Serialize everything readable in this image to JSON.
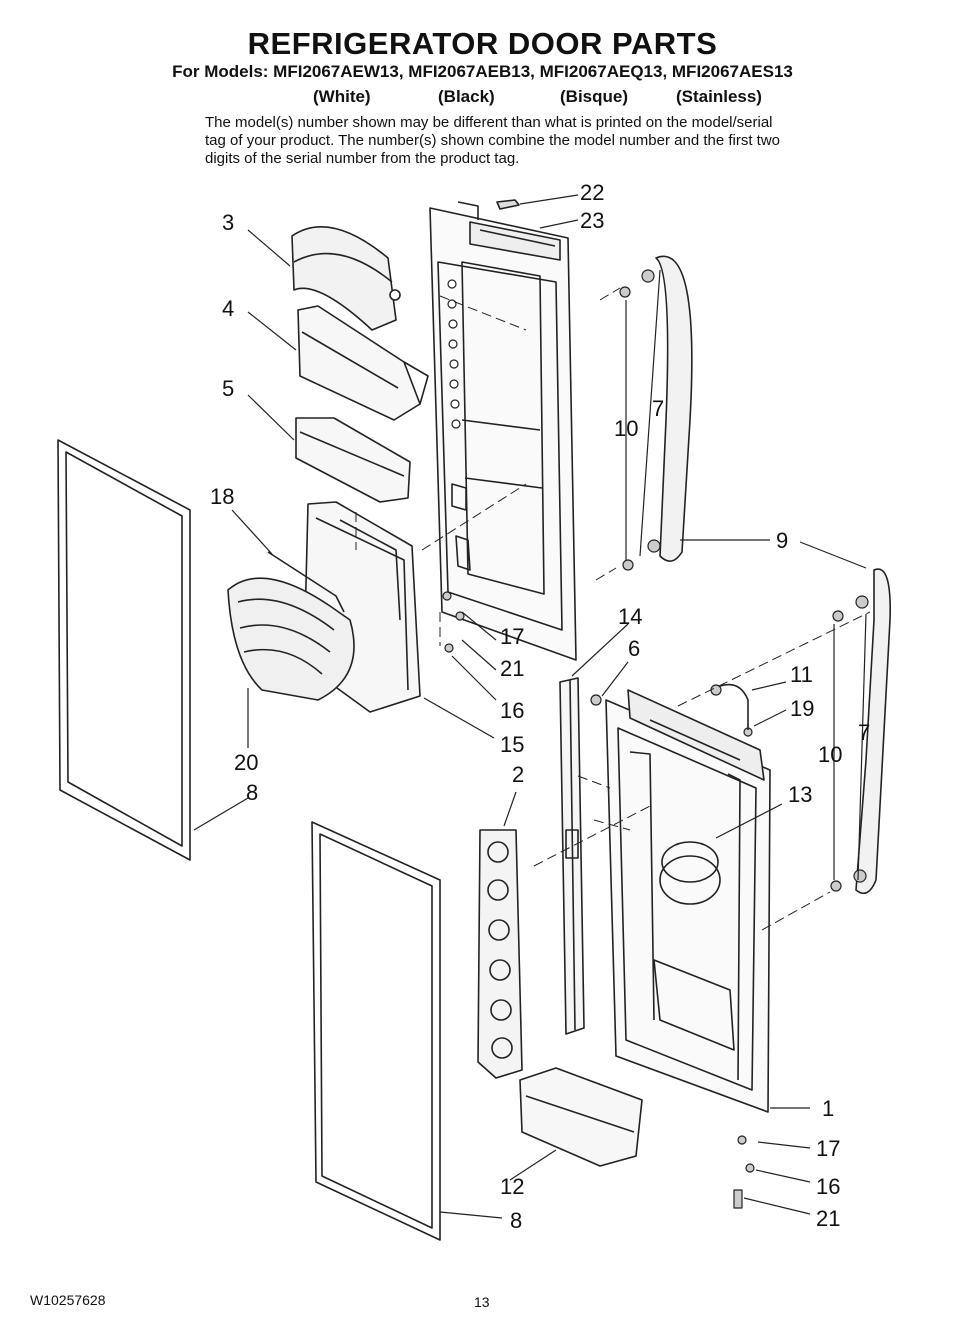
{
  "header": {
    "title": "REFRIGERATOR DOOR PARTS",
    "models_line": "For Models: MFI2067AEW13, MFI2067AEB13, MFI2067AEQ13, MFI2067AES13",
    "colors": [
      "(White)",
      "(Black)",
      "(Bisque)",
      "(Stainless)"
    ],
    "description": "The model(s) number shown may be different than what is printed on the model/serial tag of your product. The number(s) shown combine the model number and the first two digits of the serial number from the product tag."
  },
  "callouts": [
    "22",
    "23",
    "3",
    "4",
    "5",
    "10",
    "7",
    "18",
    "9",
    "14",
    "6",
    "17",
    "21",
    "11",
    "19",
    "16",
    "15",
    "10",
    "7",
    "20",
    "8",
    "2",
    "13",
    "1",
    "17",
    "12",
    "16",
    "8",
    "21"
  ],
  "footer": {
    "doc_number": "W10257628",
    "page_number": "13"
  }
}
